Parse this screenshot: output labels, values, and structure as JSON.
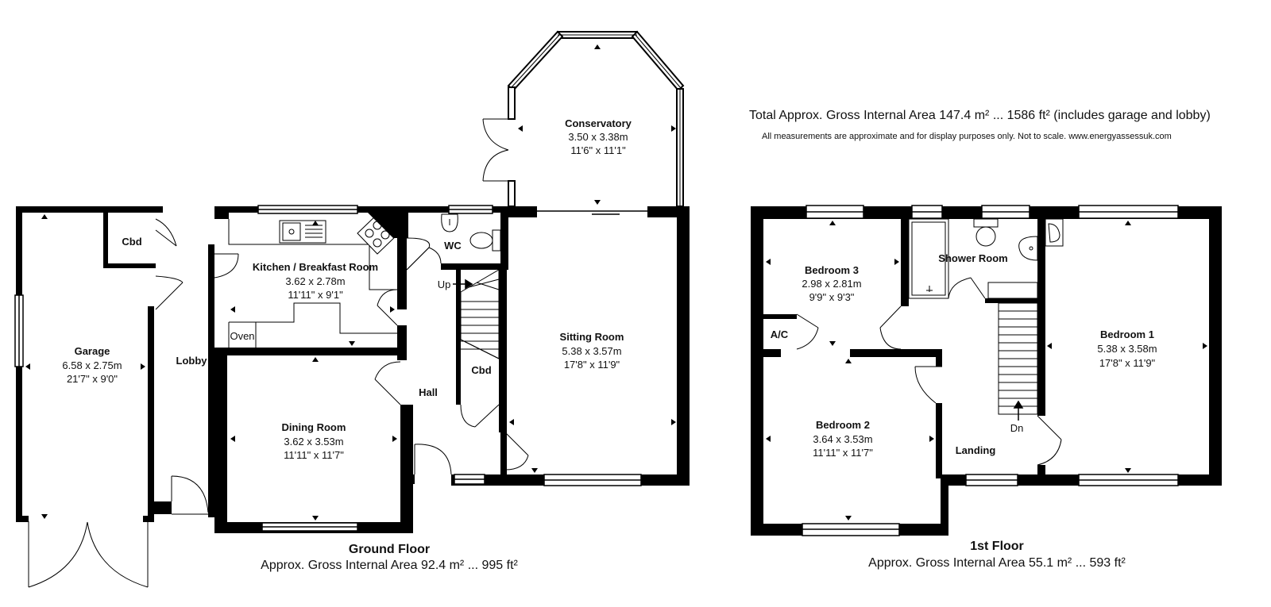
{
  "header": {
    "total_area": "Total Approx. Gross Internal Area 147.4 m² ... 1586 ft² (includes garage and lobby)",
    "disclaimer": "All measurements are approximate and for display purposes only. Not to scale. www.energyassessuk.com"
  },
  "ground_floor": {
    "title": "Ground Floor",
    "area": "Approx. Gross Internal Area 92.4 m² ... 995 ft²",
    "rooms": {
      "garage": {
        "name": "Garage",
        "metric": "6.58 x 2.75m",
        "imperial": "21'7\" x 9'0\""
      },
      "garage_cbd": {
        "name": "Cbd"
      },
      "lobby": {
        "name": "Lobby"
      },
      "kitchen": {
        "name": "Kitchen / Breakfast Room",
        "metric": "3.62 x 2.78m",
        "imperial": "11'11\" x 9'1\""
      },
      "oven": {
        "name": "Oven"
      },
      "dining": {
        "name": "Dining Room",
        "metric": "3.62 x 3.53m",
        "imperial": "11'11\" x 11'7\""
      },
      "wc": {
        "name": "WC"
      },
      "up": {
        "name": "Up"
      },
      "hall_cbd": {
        "name": "Cbd"
      },
      "hall": {
        "name": "Hall"
      },
      "conservatory": {
        "name": "Conservatory",
        "metric": "3.50 x 3.38m",
        "imperial": "11'6\" x 11'1\""
      },
      "sitting": {
        "name": "Sitting Room",
        "metric": "5.38 x 3.57m",
        "imperial": "17'8\" x 11'9\""
      }
    }
  },
  "first_floor": {
    "title": "1st Floor",
    "area": "Approx. Gross Internal Area 55.1 m² ... 593 ft²",
    "rooms": {
      "bedroom3": {
        "name": "Bedroom 3",
        "metric": "2.98 x 2.81m",
        "imperial": "9'9\" x 9'3\""
      },
      "ac": {
        "name": "A/C"
      },
      "shower": {
        "name": "Shower Room"
      },
      "bedroom1": {
        "name": "Bedroom 1",
        "metric": "5.38 x 3.58m",
        "imperial": "17'8\" x 11'9\""
      },
      "bedroom2": {
        "name": "Bedroom 2",
        "metric": "3.64 x 3.53m",
        "imperial": "11'11\" x 11'7\""
      },
      "landing": {
        "name": "Landing"
      },
      "dn": {
        "name": "Dn"
      }
    }
  }
}
